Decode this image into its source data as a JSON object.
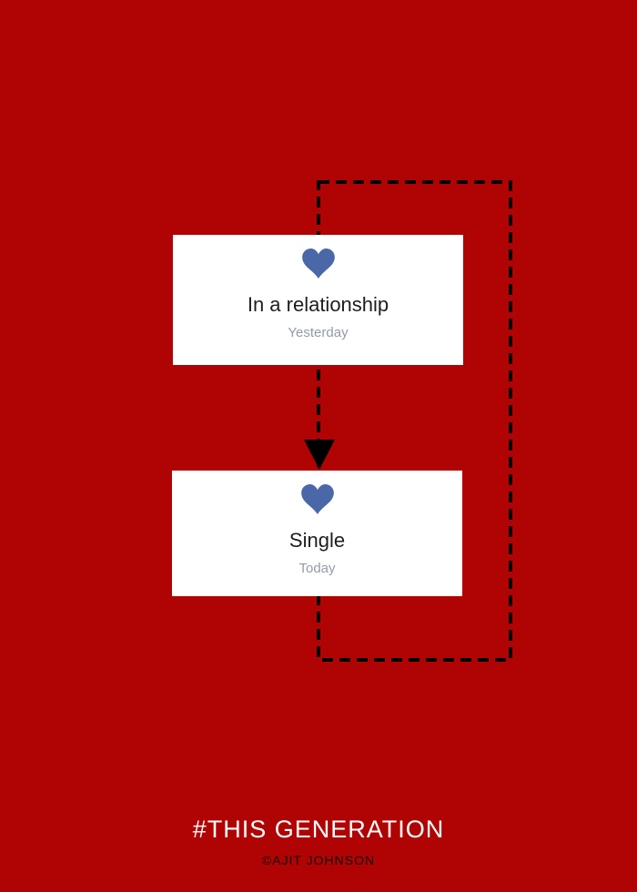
{
  "poster": {
    "colors": {
      "background": "#b00404",
      "card_background": "#ffffff",
      "heart": "#4a68a8",
      "status_text": "#1c1e21",
      "time_text": "#949aa7",
      "loop_line": "#000000",
      "arrow": "#000000",
      "hashtag_text": "#ffffff",
      "credit_text": "#150404"
    },
    "cards": [
      {
        "icon": "heart-icon",
        "status": "In a relationship",
        "time": "Yesterday"
      },
      {
        "icon": "heart-icon",
        "status": "Single",
        "time": "Today"
      }
    ],
    "footer": {
      "hashtag": "#THIS GENERATION",
      "credit": "©AJIT JOHNSON"
    }
  }
}
